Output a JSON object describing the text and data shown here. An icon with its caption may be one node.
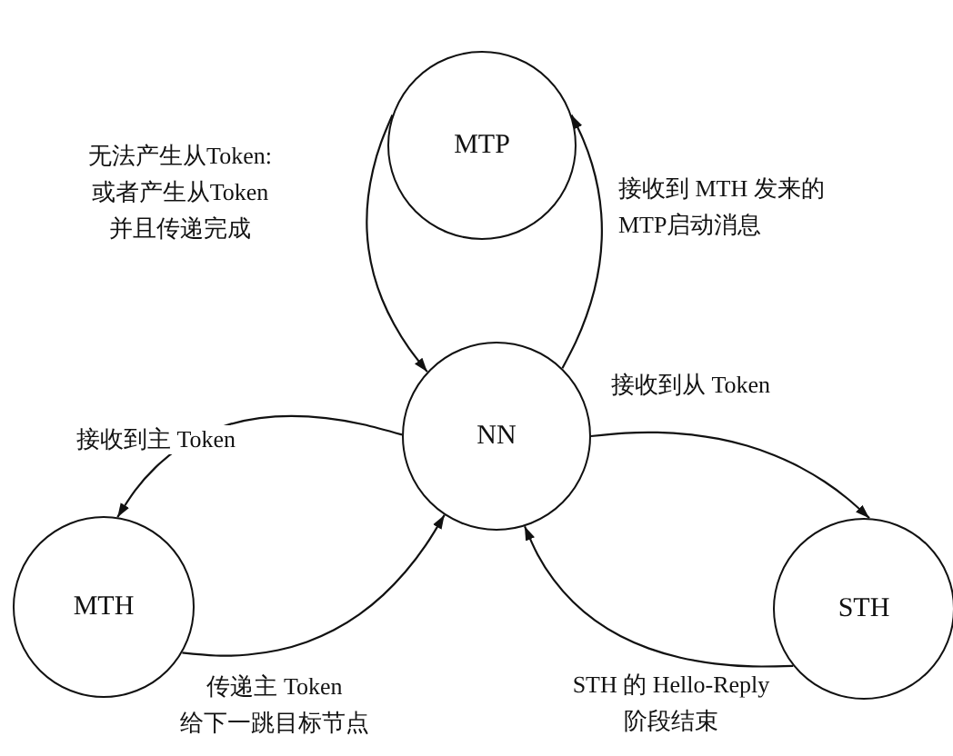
{
  "diagram": {
    "nodes": [
      {
        "text": [
          "MTP"
        ]
      },
      {
        "text": [
          "NN"
        ]
      },
      {
        "text": [
          "MTH"
        ]
      },
      {
        "text": [
          "STH"
        ]
      }
    ],
    "edges": [
      {
        "from": 0,
        "to": 1,
        "arrow": "to",
        "label": "无法产生从Token:或者产生从Token并且传递完成"
      },
      {
        "from": 1,
        "to": 0,
        "arrow": "to",
        "label": "接收到 MTH 发来的 MTP启动消息"
      },
      {
        "from": 1,
        "to": 3,
        "arrow": "to",
        "label": "接收到从 Token"
      },
      {
        "from": 3,
        "to": 1,
        "arrow": "to",
        "label": "STH 的 Hello-Reply 阶段结束"
      },
      {
        "from": 1,
        "to": 2,
        "arrow": "to",
        "label": "接收到主 Token"
      },
      {
        "from": 2,
        "to": 1,
        "arrow": "to",
        "label": "传递主 Token 给下一跳目标节点"
      }
    ]
  }
}
